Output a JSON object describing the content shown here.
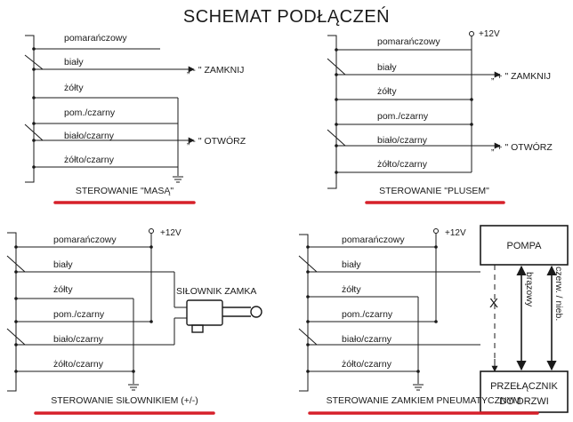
{
  "title": "SCHEMAT PODŁĄCZEŃ",
  "colors": {
    "line": "#1a1a1a",
    "underline": "#d6202a",
    "background": "#ffffff"
  },
  "wires": [
    "pomarańczowy",
    "biały",
    "żółty",
    "pom./czarny",
    "biało/czarny",
    "żółto/czarny"
  ],
  "plus12": "+12V",
  "panels": [
    {
      "caption": "STEROWANIE \"MASĄ\"",
      "outputs": [
        "„ - \" ZAMKNIJ",
        "„ - \" OTWÓRZ"
      ]
    },
    {
      "caption": "STEROWANIE \"PLUSEM\"",
      "outputs": [
        "„ + \" ZAMKNIJ",
        "„ + \" OTWÓRZ"
      ]
    },
    {
      "caption": "STEROWANIE SIŁOWNIKIEM (+/-)",
      "actuator_label": "SIŁOWNIK ZAMKA"
    },
    {
      "caption": "STEROWANIE ZAMKIEM PNEUMATYCZNYM",
      "pump": "POMPA",
      "switch_line1": "PRZEŁĄCZNIK",
      "switch_line2": "DO DRZWI",
      "wire_brown": "brązowy",
      "wire_redblue": "czerw. / nieb.",
      "cross": "X"
    }
  ]
}
